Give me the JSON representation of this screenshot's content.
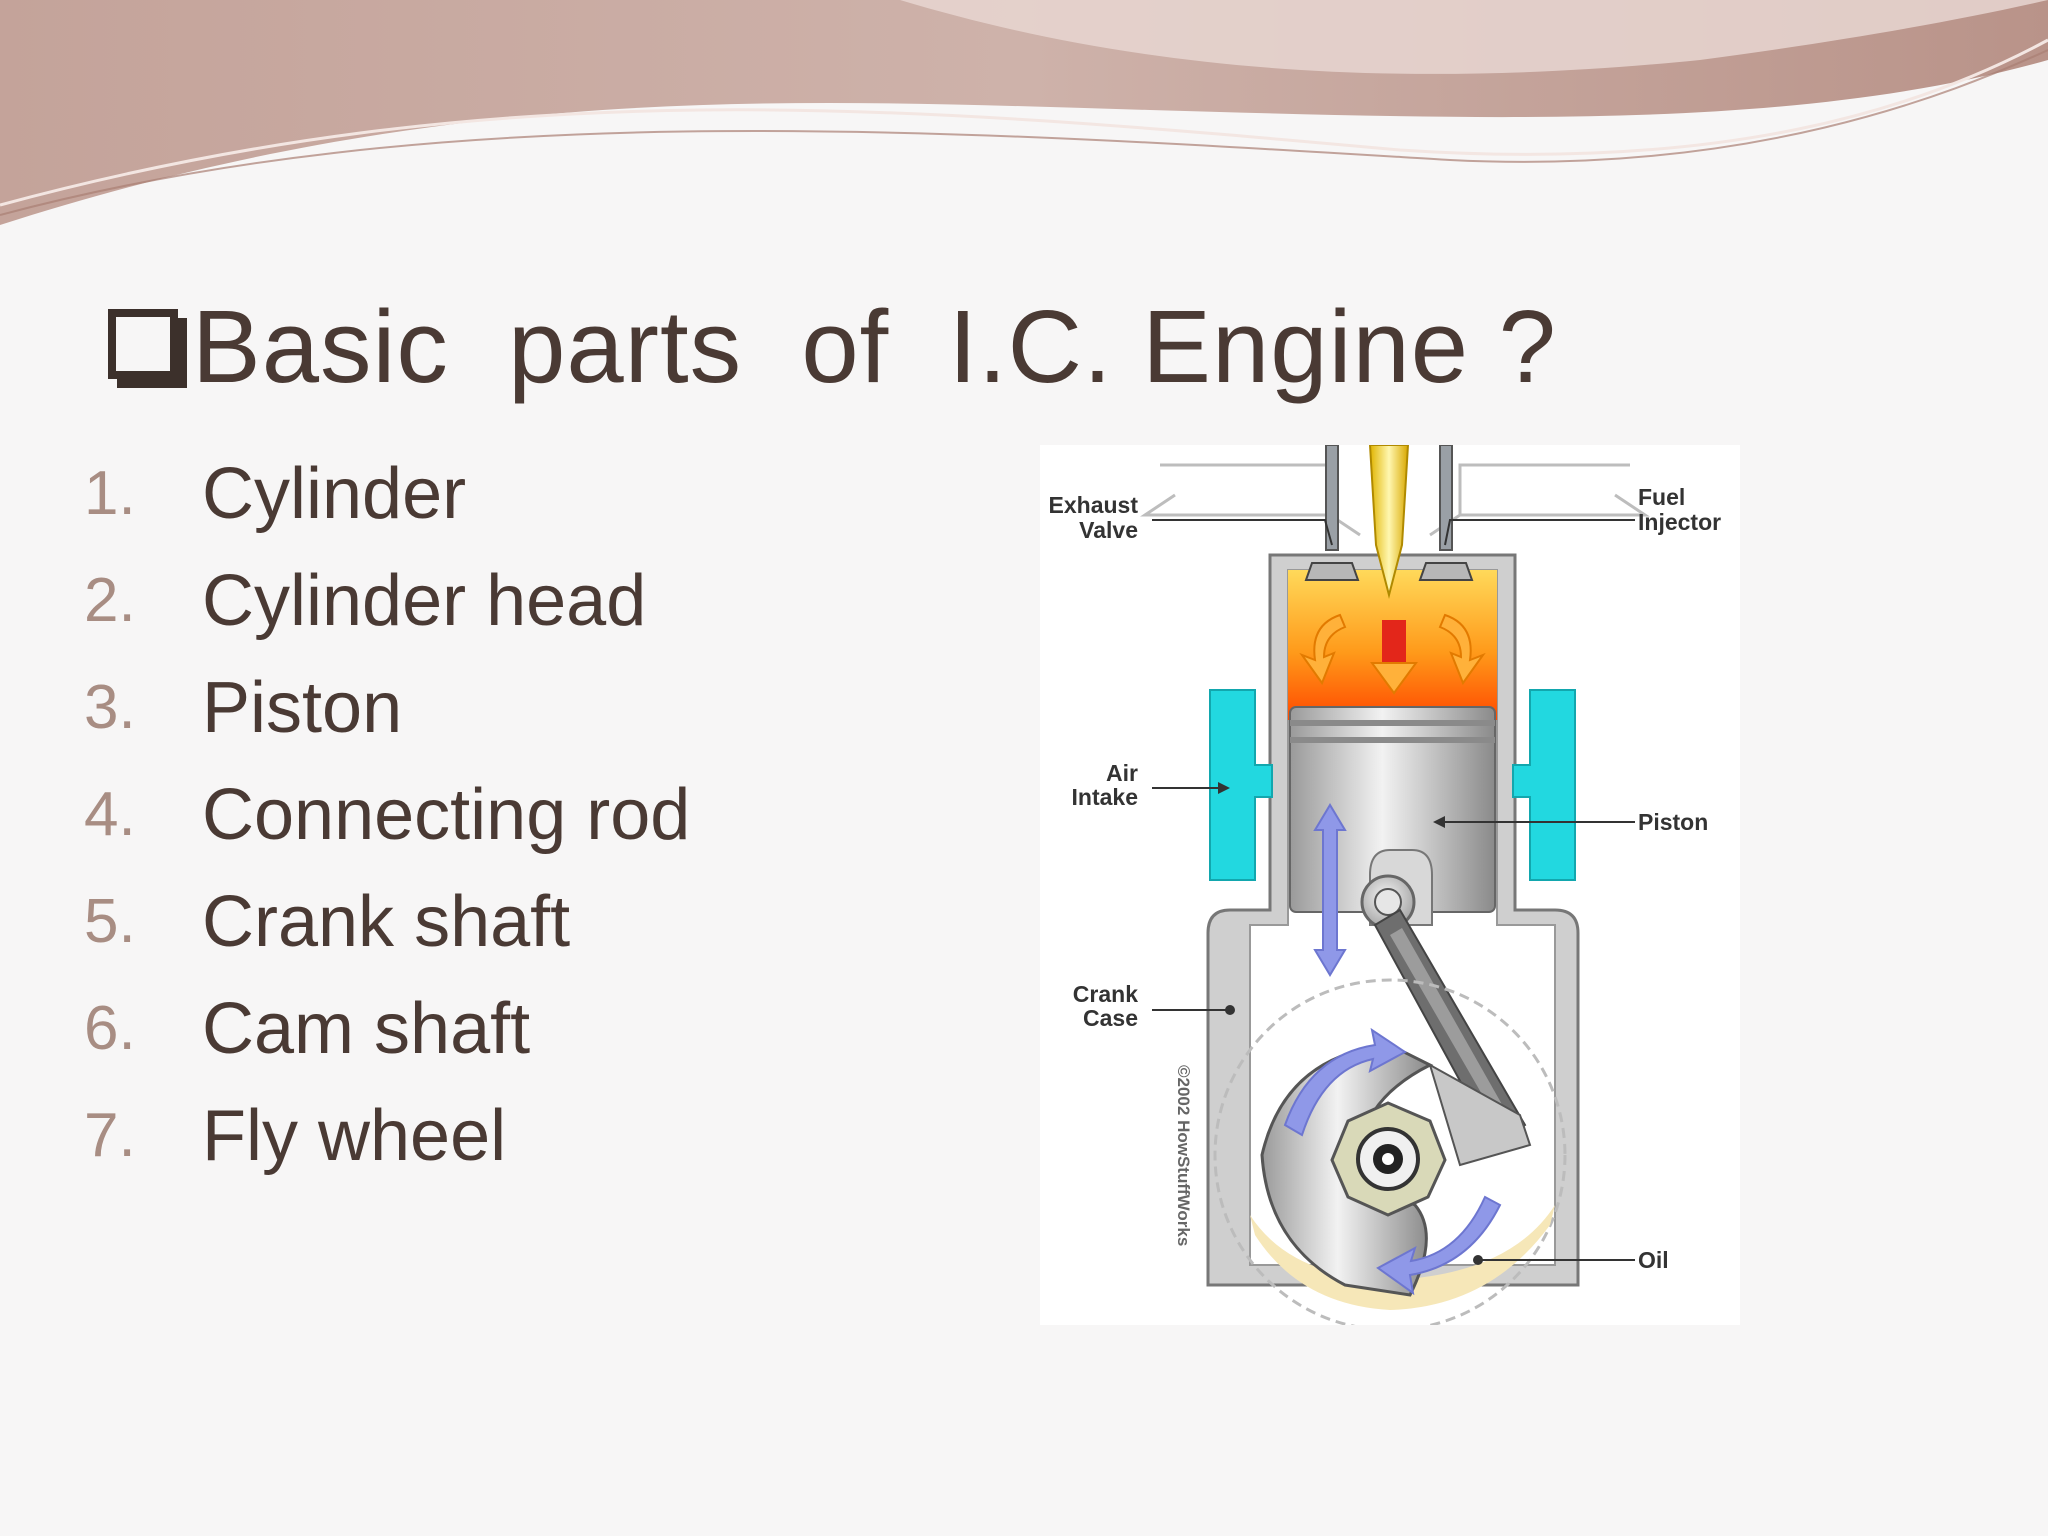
{
  "slide": {
    "title": "Basic  parts  of  I.C. Engine ?",
    "parts": [
      {
        "number": "1.",
        "label": "Cylinder"
      },
      {
        "number": "2.",
        "label": "Cylinder head"
      },
      {
        "number": "3.",
        "label": "Piston"
      },
      {
        "number": "4.",
        "label": "Connecting rod"
      },
      {
        "number": "5.",
        "label": "Crank shaft"
      },
      {
        "number": "6.",
        "label": "Cam shaft"
      },
      {
        "number": "7.",
        "label": "Fly wheel"
      }
    ]
  },
  "diagram": {
    "labels": {
      "exhaust_line1": "Exhaust",
      "exhaust_line2": "Valve",
      "fuel_line1": "Fuel",
      "fuel_line2": "Injector",
      "air_line1": "Air",
      "air_line2": "Intake",
      "piston": "Piston",
      "crank_line1": "Crank",
      "crank_line2": "Case",
      "oil": "Oil",
      "copyright": "©2002 HowStuffWorks"
    }
  },
  "colors": {
    "title_text": "#4a3a34",
    "number_text": "#a88d83",
    "banner": "#c9a9a0",
    "air_intake": "#22d8e0",
    "combustion": "#ff6a00",
    "arrow": "#8f98e8"
  }
}
